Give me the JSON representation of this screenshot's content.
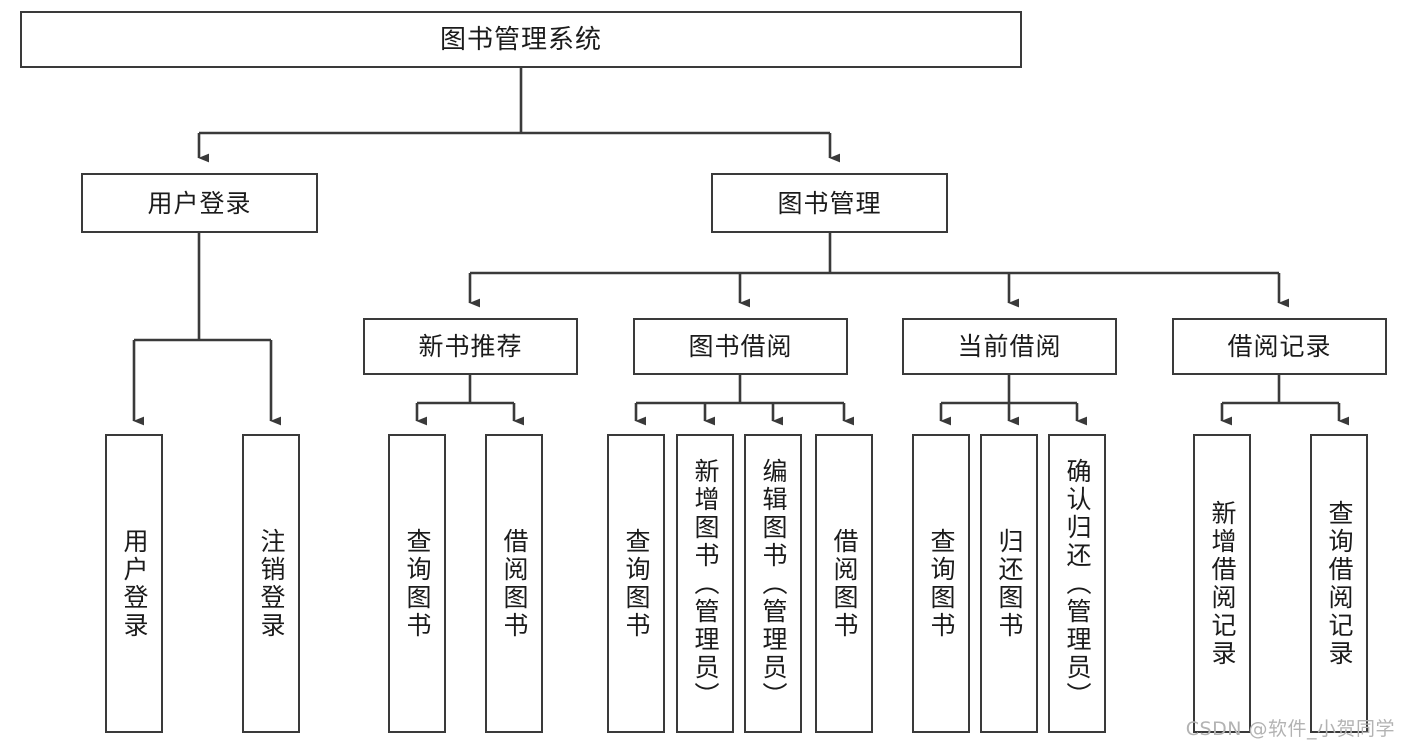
{
  "diagram": {
    "title": "图书管理系统",
    "type": "tree",
    "watermark": "CSDN @软件_小贺同学",
    "colors": {
      "border": "#3a3a3a",
      "text": "#1b1b1b",
      "background": "#ffffff",
      "connector": "#3a3a3a",
      "watermark": "#b3b3b3"
    },
    "nodes": {
      "root": {
        "label": "图书管理系统"
      },
      "level2": [
        {
          "id": "user-login",
          "label": "用户登录"
        },
        {
          "id": "book-manage",
          "label": "图书管理"
        }
      ],
      "level3": [
        {
          "id": "new-book-recommend",
          "label": "新书推荐"
        },
        {
          "id": "book-borrow",
          "label": "图书借阅"
        },
        {
          "id": "current-borrow",
          "label": "当前借阅"
        },
        {
          "id": "borrow-record",
          "label": "借阅记录"
        }
      ],
      "leaves": {
        "user-login": [
          {
            "id": "leaf-user-login",
            "label": "用户登录"
          },
          {
            "id": "leaf-logout",
            "label": "注销登录"
          }
        ],
        "new-book-recommend": [
          {
            "id": "leaf-query-book-1",
            "label": "查询图书"
          },
          {
            "id": "leaf-borrow-book-1",
            "label": "借阅图书"
          }
        ],
        "book-borrow": [
          {
            "id": "leaf-query-book-2",
            "label": "查询图书"
          },
          {
            "id": "leaf-add-book",
            "label": "新增图书（管理员）"
          },
          {
            "id": "leaf-edit-book",
            "label": "编辑图书（管理员）"
          },
          {
            "id": "leaf-borrow-book-2",
            "label": "借阅图书"
          }
        ],
        "current-borrow": [
          {
            "id": "leaf-query-book-3",
            "label": "查询图书"
          },
          {
            "id": "leaf-return-book",
            "label": "归还图书"
          },
          {
            "id": "leaf-confirm-return",
            "label": "确认归还（管理员）"
          }
        ],
        "borrow-record": [
          {
            "id": "leaf-add-record",
            "label": "新增借阅记录"
          },
          {
            "id": "leaf-query-record",
            "label": "查询借阅记录"
          }
        ]
      }
    }
  }
}
